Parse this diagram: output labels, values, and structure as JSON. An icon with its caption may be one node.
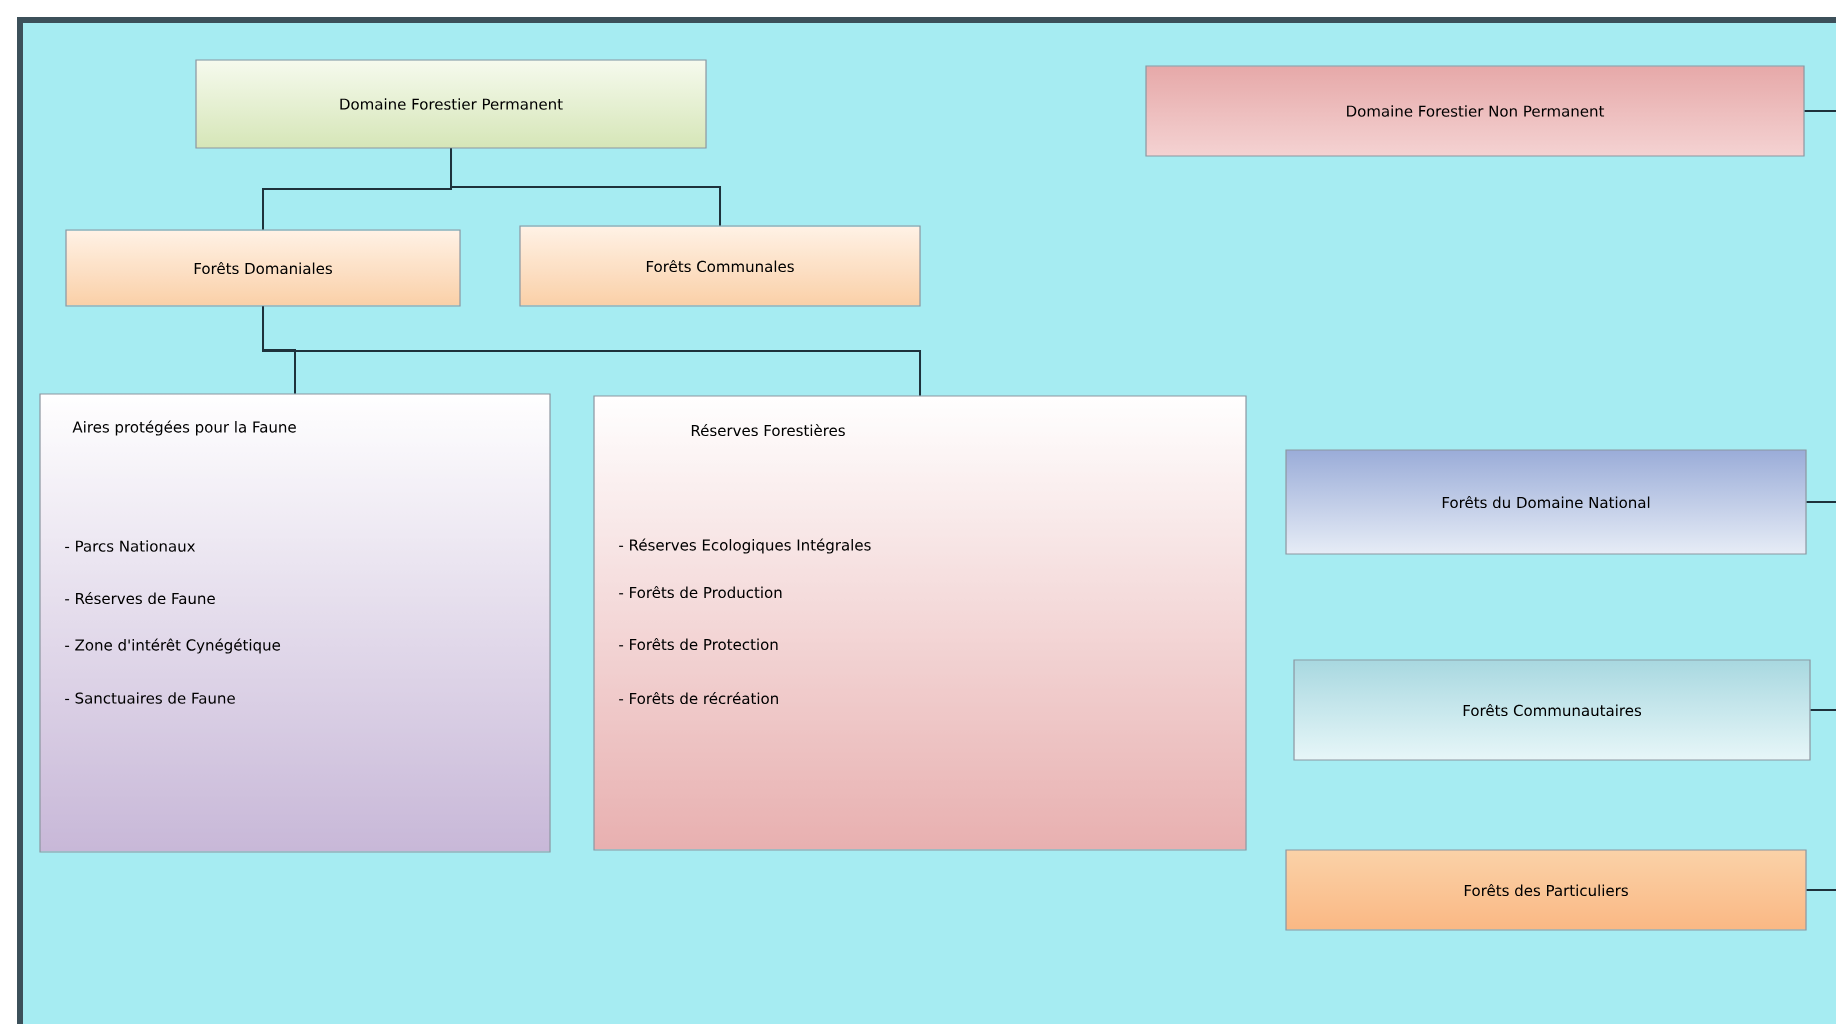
{
  "diagram": {
    "nodes": [
      {
        "text": [
          "Domaine Forestier Permanent"
        ]
      },
      {
        "text": [
          "Domaine Forestier Non Permanent"
        ]
      },
      {
        "text": [
          "Forêts Domaniales"
        ]
      },
      {
        "text": [
          "Forêts Communales"
        ]
      },
      {
        "text": [
          "Aires protégées pour la Faune",
          "- Parcs Nationaux",
          "- Réserves de Faune",
          "- Zone d'intérêt Cynégétique",
          "- Sanctuaires de Faune"
        ]
      },
      {
        "text": [
          "Réserves Forestières",
          "- Réserves Ecologiques Intégrales",
          "- Forêts de Production",
          "- Forêts de Protection",
          "- Forêts de récréation"
        ]
      },
      {
        "text": [
          "Forêts du Domaine National"
        ]
      },
      {
        "text": [
          "Forêts Communautaires"
        ]
      },
      {
        "text": [
          "Forêts des Particuliers"
        ]
      }
    ],
    "edges": [
      {
        "from": 0,
        "to": 2,
        "arrow": "none"
      },
      {
        "from": 0,
        "to": 3,
        "arrow": "none"
      },
      {
        "from": 2,
        "to": 4,
        "arrow": "none"
      },
      {
        "from": 2,
        "to": 5,
        "arrow": "none"
      },
      {
        "from": 1,
        "to": null,
        "arrow": "none"
      },
      {
        "from": 6,
        "to": null,
        "arrow": "none"
      },
      {
        "from": 7,
        "to": null,
        "arrow": "none"
      },
      {
        "from": 8,
        "to": null,
        "arrow": "none"
      }
    ]
  }
}
